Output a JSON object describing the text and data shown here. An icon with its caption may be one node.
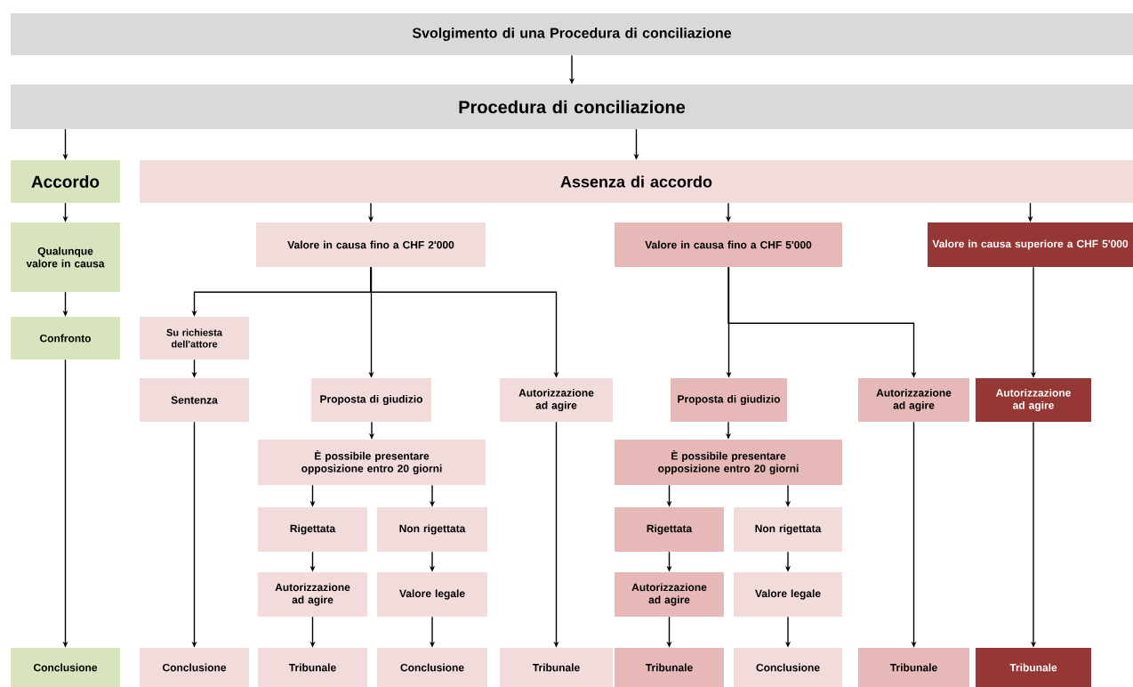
{
  "diagram": {
    "nodes": [
      {
        "text": [
          "Svolgimento di una Procedura di conciliazione"
        ]
      },
      {
        "text": [
          "Procedura di conciliazione"
        ]
      },
      {
        "text": [
          "Accordo"
        ]
      },
      {
        "text": [
          "Assenza di accordo"
        ]
      },
      {
        "text": [
          "Qualunque valore in causa"
        ]
      },
      {
        "text": [
          "Valore in causa fino a CHF 2'000"
        ]
      },
      {
        "text": [
          "Valore in causa fino a CHF 5'000"
        ]
      },
      {
        "text": [
          "Valore in causa superiore a CHF 5'000"
        ]
      },
      {
        "text": [
          "Confronto"
        ]
      },
      {
        "text": [
          "Su richiesta dell'attore"
        ]
      },
      {
        "text": [
          "Sentenza"
        ]
      },
      {
        "text": [
          "Proposta di giudizio"
        ]
      },
      {
        "text": [
          "Autorizzazione ad agire"
        ]
      },
      {
        "text": [
          "Proposta di giudizio"
        ]
      },
      {
        "text": [
          "Autorizzazione ad agire"
        ]
      },
      {
        "text": [
          "Autorizzazione ad agire"
        ]
      },
      {
        "text": [
          "È possibile presentare opposizione entro 20 giorni"
        ]
      },
      {
        "text": [
          "È possibile presentare opposizione entro 20 giorni"
        ]
      },
      {
        "text": [
          "Rigettata"
        ]
      },
      {
        "text": [
          "Non rigettata"
        ]
      },
      {
        "text": [
          "Rigettata"
        ]
      },
      {
        "text": [
          "Non rigettata"
        ]
      },
      {
        "text": [
          "Autorizzazione ad agire"
        ]
      },
      {
        "text": [
          "Valore legale"
        ]
      },
      {
        "text": [
          "Autorizzazione ad agire"
        ]
      },
      {
        "text": [
          "Valore legale"
        ]
      },
      {
        "text": [
          "Conclusione"
        ]
      },
      {
        "text": [
          "Conclusione"
        ]
      },
      {
        "text": [
          "Tribunale"
        ]
      },
      {
        "text": [
          "Conclusione"
        ]
      },
      {
        "text": [
          "Tribunale"
        ]
      },
      {
        "text": [
          "Tribunale"
        ]
      },
      {
        "text": [
          "Conclusione"
        ]
      },
      {
        "text": [
          "Tribunale"
        ]
      },
      {
        "text": [
          "Tribunale"
        ]
      }
    ],
    "edges": [
      {
        "from": 0,
        "to": 1,
        "arrow": "to"
      },
      {
        "from": 1,
        "to": 2,
        "arrow": "to"
      },
      {
        "from": 1,
        "to": 3,
        "arrow": "to"
      },
      {
        "from": 2,
        "to": 4,
        "arrow": "to"
      },
      {
        "from": 3,
        "to": 5,
        "arrow": "to"
      },
      {
        "from": 3,
        "to": 6,
        "arrow": "to"
      },
      {
        "from": 3,
        "to": 7,
        "arrow": "to"
      },
      {
        "from": 4,
        "to": 8,
        "arrow": "to"
      },
      {
        "from": 5,
        "to": 9,
        "arrow": "to"
      },
      {
        "from": 5,
        "to": 11,
        "arrow": "to"
      },
      {
        "from": 5,
        "to": 12,
        "arrow": "to"
      },
      {
        "from": 6,
        "to": 13,
        "arrow": "to"
      },
      {
        "from": 6,
        "to": 14,
        "arrow": "to"
      },
      {
        "from": 7,
        "to": 15,
        "arrow": "to"
      },
      {
        "from": 8,
        "to": 26,
        "arrow": "to"
      },
      {
        "from": 9,
        "to": 10,
        "arrow": "to"
      },
      {
        "from": 10,
        "to": 27,
        "arrow": "to"
      },
      {
        "from": 11,
        "to": 16,
        "arrow": "to"
      },
      {
        "from": 12,
        "to": 30,
        "arrow": "to"
      },
      {
        "from": 13,
        "to": 17,
        "arrow": "to"
      },
      {
        "from": 14,
        "to": 33,
        "arrow": "to"
      },
      {
        "from": 15,
        "to": 34,
        "arrow": "to"
      },
      {
        "from": 16,
        "to": 18,
        "arrow": "to"
      },
      {
        "from": 16,
        "to": 19,
        "arrow": "to"
      },
      {
        "from": 17,
        "to": 20,
        "arrow": "to"
      },
      {
        "from": 17,
        "to": 21,
        "arrow": "to"
      },
      {
        "from": 18,
        "to": 22,
        "arrow": "to"
      },
      {
        "from": 19,
        "to": 23,
        "arrow": "to"
      },
      {
        "from": 20,
        "to": 24,
        "arrow": "to"
      },
      {
        "from": 21,
        "to": 25,
        "arrow": "to"
      },
      {
        "from": 22,
        "to": 28,
        "arrow": "to"
      },
      {
        "from": 23,
        "to": 29,
        "arrow": "to"
      },
      {
        "from": 24,
        "to": 31,
        "arrow": "to"
      },
      {
        "from": 25,
        "to": 32,
        "arrow": "to"
      }
    ]
  }
}
